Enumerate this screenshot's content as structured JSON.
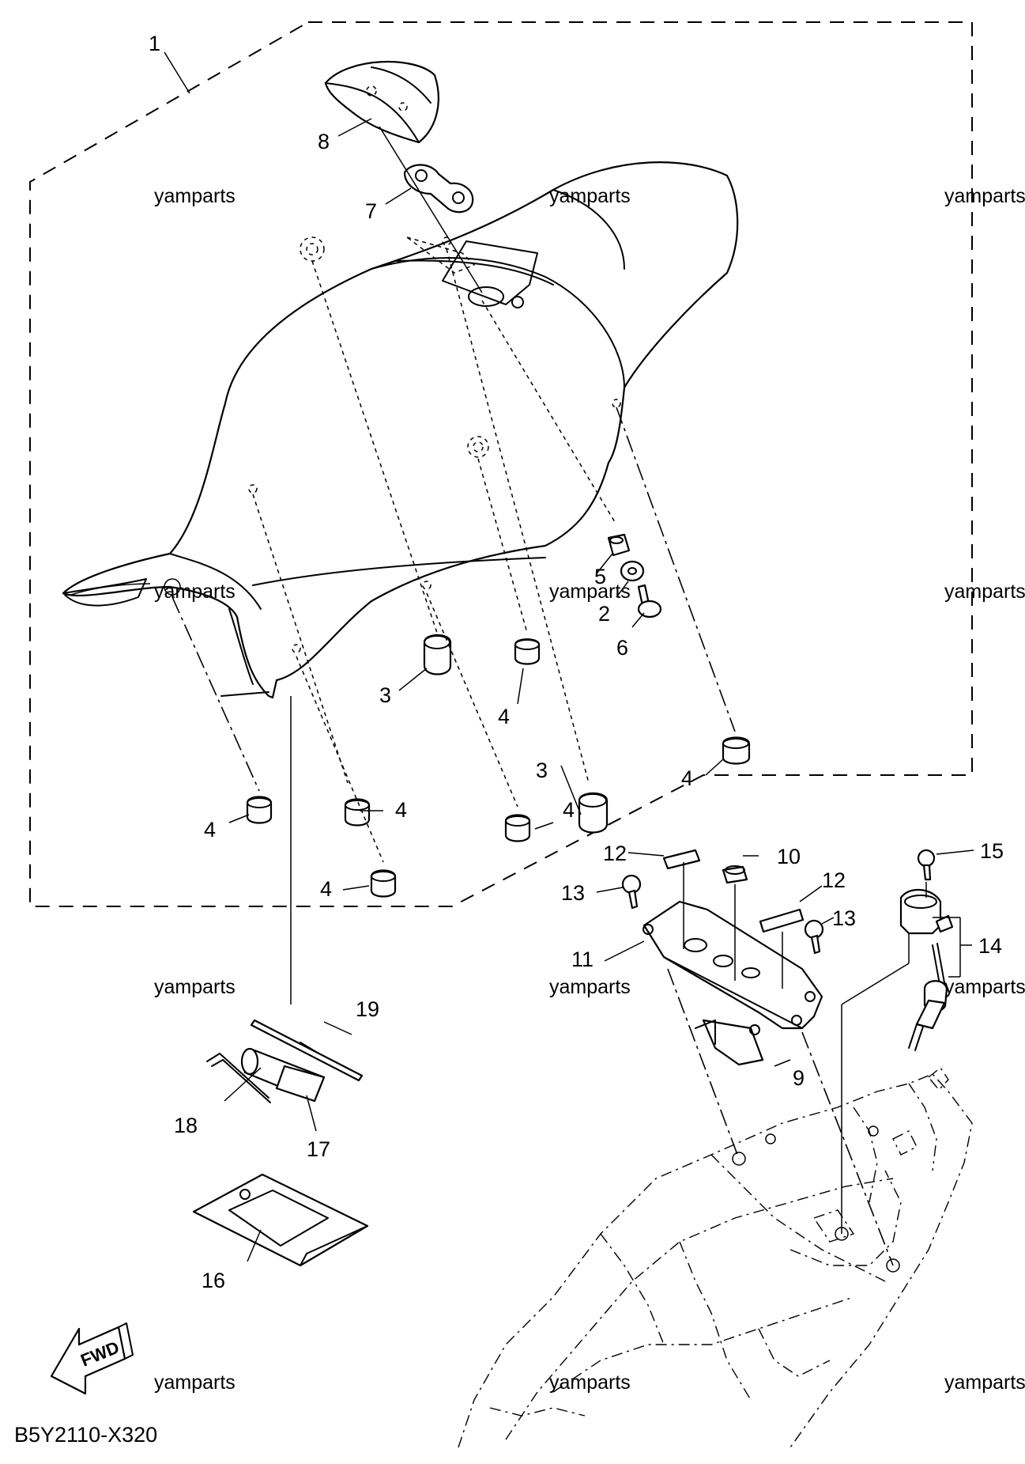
{
  "diagram_code": "B5Y2110-X320",
  "fwd_label": "FWD",
  "watermark": "yamparts",
  "callouts": {
    "c1": "1",
    "c2": "2",
    "c3a": "3",
    "c3b": "3",
    "c4a": "4",
    "c4b": "4",
    "c4c": "4",
    "c4d": "4",
    "c4e": "4",
    "c4f": "4",
    "c5": "5",
    "c6": "6",
    "c7": "7",
    "c8": "8",
    "c9": "9",
    "c10": "10",
    "c11": "11",
    "c12a": "12",
    "c12b": "12",
    "c13a": "13",
    "c13b": "13",
    "c14": "14",
    "c15": "15",
    "c16": "16",
    "c17": "17",
    "c18": "18",
    "c19": "19"
  }
}
